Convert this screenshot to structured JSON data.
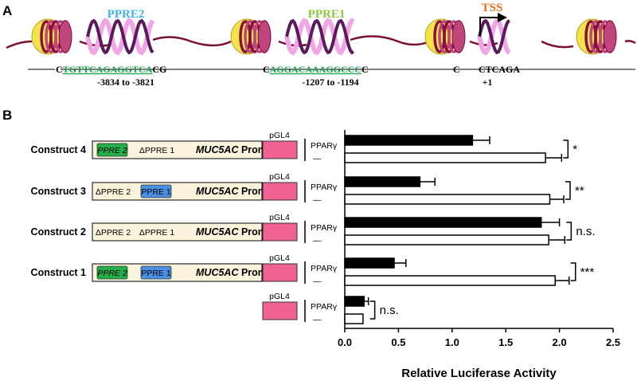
{
  "panel_a": {
    "label": "A",
    "elements": [
      {
        "name": "PPRE2",
        "sequence_left": "C",
        "sequence_motif": "TGTTCAGAGGTCA",
        "sequence_right": "CG",
        "position": "-3834 to -3821"
      },
      {
        "name": "PPRE1",
        "sequence_left": "C",
        "sequence_motif": "AGGACAAAGGCCC",
        "sequence_right": "C",
        "position": "-1207 to -1194"
      }
    ],
    "tss": {
      "label": "TSS",
      "sequence_left": "C",
      "sequence_right": "CTCAGA",
      "position": "+1"
    },
    "colors": {
      "ppre2": "#3cb4e6",
      "ppre1": "#8cc63f",
      "tss": "#e8711a",
      "motif": "#16a34a",
      "dna": "#7a1030",
      "helix_pink": "#f0a6e6",
      "helix_dark": "#5a1a5a"
    }
  },
  "panel_b": {
    "label": "B",
    "backbone_label": "pGL4",
    "constructs": [
      {
        "name": "Construct 4",
        "boxes": [
          {
            "text": "PPRE 2",
            "style": "green"
          },
          {
            "text": "ΔPPRE 1",
            "style": "delta"
          }
        ],
        "promoter_gene": "MUC5AC",
        "promoter_word": "Promoter"
      },
      {
        "name": "Construct 3",
        "boxes": [
          {
            "text": "ΔPPRE 2",
            "style": "delta"
          },
          {
            "text": "PPRE 1",
            "style": "blue"
          }
        ],
        "promoter_gene": "MUC5AC",
        "promoter_word": "Promoter"
      },
      {
        "name": "Construct 2",
        "boxes": [
          {
            "text": "ΔPPRE 2",
            "style": "delta"
          },
          {
            "text": "ΔPPRE 1",
            "style": "delta"
          }
        ],
        "promoter_gene": "MUC5AC",
        "promoter_word": "Promoter"
      },
      {
        "name": "Construct 1",
        "boxes": [
          {
            "text": "PPRE 2",
            "style": "green"
          },
          {
            "text": "PPRE 1",
            "style": "blue"
          }
        ],
        "promoter_gene": "MUC5AC",
        "promoter_word": "Promoter"
      },
      {
        "name": "",
        "boxes": [],
        "promoter_gene": "",
        "promoter_word": ""
      }
    ],
    "treatment_labels": {
      "treated": "PPARγ",
      "control": "—"
    },
    "colors": {
      "promoter_fill": "#fbf3dc",
      "pgl4_fill": "#f06292",
      "green_box": "#22b04b",
      "blue_box": "#4a90e2",
      "delta_text": "#e53935"
    }
  },
  "chart_data": {
    "type": "bar",
    "orientation": "horizontal",
    "categories": [
      "Construct 4",
      "Construct 3",
      "Construct 2",
      "Construct 1",
      "pGL4"
    ],
    "series": [
      {
        "name": "PPARγ",
        "values": [
          1.19,
          0.7,
          1.83,
          0.46,
          0.18
        ],
        "errors": [
          0.16,
          0.14,
          0.17,
          0.11,
          0.04
        ],
        "color": "#000000"
      },
      {
        "name": "—",
        "values": [
          1.87,
          1.91,
          1.9,
          1.96,
          0.17
        ],
        "errors": [
          0.15,
          0.13,
          0.15,
          0.13,
          0.0
        ],
        "color": "#ffffff"
      }
    ],
    "significance": [
      "*",
      "**",
      "n.s.",
      "***",
      "n.s."
    ],
    "xlabel": "Relative Luciferase Activity",
    "xlim": [
      0,
      2.5
    ],
    "xticks": [
      "0.0",
      "0.5",
      "1.0",
      "1.5",
      "2.0",
      "2.5"
    ]
  }
}
